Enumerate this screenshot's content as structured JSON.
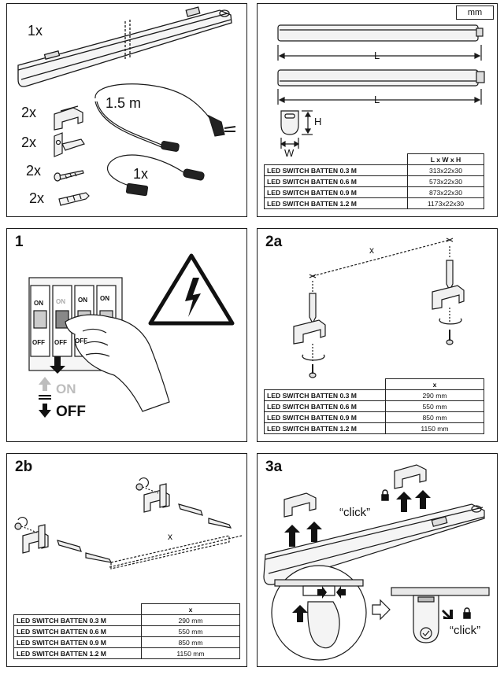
{
  "parts_panel": {
    "qty_batten": "1x",
    "qty_clips": "2x",
    "qty_brackets": "2x",
    "qty_screws": "2x",
    "qty_plugs": "2x",
    "cable_length": "1.5 m",
    "qty_link_cable": "1x"
  },
  "dims_panel": {
    "unit": "mm",
    "length_label_1": "L",
    "length_label_2": "L",
    "height_label": "H",
    "width_label": "W",
    "table_header": "L x W x H",
    "rows": [
      {
        "name": "LED SWITCH BATTEN 0.3 M",
        "value": "313x22x30"
      },
      {
        "name": "LED SWITCH BATTEN 0.6 M",
        "value": "573x22x30"
      },
      {
        "name": "LED SWITCH BATTEN 0.9 M",
        "value": "873x22x30"
      },
      {
        "name": "LED SWITCH BATTEN 1.2 M",
        "value": "1173x22x30"
      }
    ]
  },
  "step1": {
    "label": "1",
    "switch_on": [
      "ON",
      "ON",
      "ON",
      "ON"
    ],
    "switch_off": [
      "OFF",
      "OFF",
      "OFF"
    ],
    "on_text": "ON",
    "off_text": "OFF"
  },
  "step2a": {
    "label": "2a",
    "distance_label": "x",
    "table_header": "x",
    "rows": [
      {
        "name": "LED SWITCH BATTEN 0.3 M",
        "value": "290 mm"
      },
      {
        "name": "LED SWITCH BATTEN 0.6 M",
        "value": "550 mm"
      },
      {
        "name": "LED SWITCH BATTEN 0.9 M",
        "value": "850 mm"
      },
      {
        "name": "LED SWITCH BATTEN 1.2 M",
        "value": "1150 mm"
      }
    ]
  },
  "step2b": {
    "label": "2b",
    "distance_label": "x",
    "table_header": "x",
    "rows": [
      {
        "name": "LED SWITCH BATTEN 0.3 M",
        "value": "290 mm"
      },
      {
        "name": "LED SWITCH BATTEN 0.6 M",
        "value": "550 mm"
      },
      {
        "name": "LED SWITCH BATTEN 0.9 M",
        "value": "850 mm"
      },
      {
        "name": "LED SWITCH BATTEN 1.2 M",
        "value": "1150 mm"
      }
    ]
  },
  "step3a": {
    "label": "3a",
    "click_top": "“click”",
    "click_bottom": "“click”"
  },
  "colors": {
    "line": "#1a1a1a",
    "grey_fill": "#e8e8e8",
    "arrow_grey": "#bdbdbd"
  }
}
